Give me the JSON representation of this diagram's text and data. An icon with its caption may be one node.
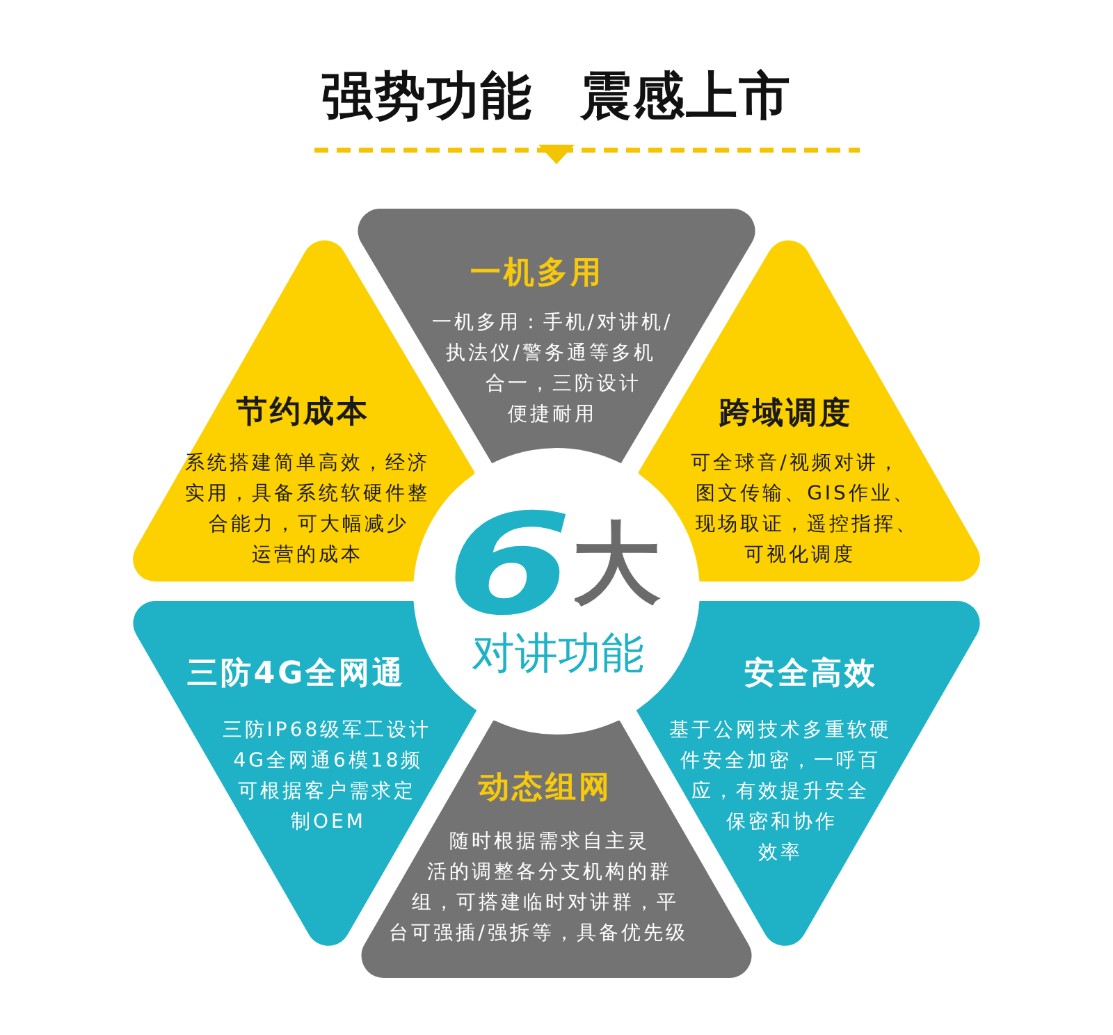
{
  "diagram": {
    "title": "强势功能 震感上市",
    "nodes": [
      {
        "text": [
          "一机多用",
          "一机多用：手机/对讲机/执法仪/警务通等多机合一，三防设计便捷耐用"
        ]
      },
      {
        "text": [
          "节约成本",
          "系统搭建简单高效，经济实用，具备系统软硬件整合能力，可大幅减少运营的成本"
        ]
      },
      {
        "text": [
          "跨域调度",
          "可全球音/视频对讲，图文传输、GIS作业、现场取证，遥控指挥、可视化调度"
        ]
      },
      {
        "text": [
          "6",
          "大",
          "对讲功能"
        ]
      },
      {
        "text": [
          "三防4G全网通",
          "三防IP68级军工设计4G全网通6模18频可根据客户需求定制OEM"
        ]
      },
      {
        "text": [
          "安全高效",
          "基于公网技术多重软硬件安全加密，一呼百应，有效提升安全保密和协作效率"
        ]
      },
      {
        "text": [
          "动态组网",
          "随时根据需求自主灵活的调整各分支机构的群组，可搭建临时对讲群，平台可强插/强拆等，具备优先级"
        ]
      }
    ]
  }
}
